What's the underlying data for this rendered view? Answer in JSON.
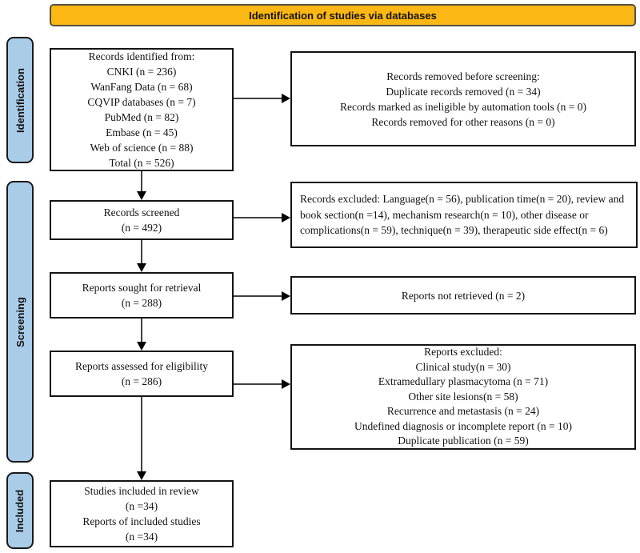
{
  "header": {
    "title": "Identification of studies via databases"
  },
  "stages": {
    "identification": "Identification",
    "screening": "Screening",
    "included": "Included"
  },
  "boxes": {
    "identified": {
      "lines": [
        "Records identified from:",
        "CNKI (n = 236)",
        "WanFang Data (n = 68)",
        "CQVIP databases (n = 7)",
        "PubMed (n = 82)",
        "Embase (n = 45)",
        "Web of science (n = 88)",
        "Total (n = 526)"
      ]
    },
    "removed": {
      "lines": [
        "Records removed before screening:",
        "Duplicate records removed (n = 34)",
        "Records marked as ineligible by automation tools (n = 0)",
        "Records removed for other reasons (n = 0)"
      ]
    },
    "screened": {
      "lines": [
        "Records screened",
        "(n = 492)"
      ]
    },
    "records_excluded": {
      "text": "Records excluded: Language(n = 56), publication time(n = 20), review and book section(n =14), mechanism research(n = 10), other disease or complications(n = 59), technique(n = 39), therapeutic side effect(n = 6)"
    },
    "sought": {
      "lines": [
        "Reports sought for retrieval",
        "(n = 288)"
      ]
    },
    "not_retrieved": {
      "lines": [
        "Reports not retrieved (n = 2)"
      ]
    },
    "assessed": {
      "lines": [
        "Reports assessed for eligibility",
        "(n = 286)"
      ]
    },
    "reports_excluded": {
      "lines": [
        "Reports excluded:",
        "Clinical study(n = 30)",
        "Extramedullary plasmacytoma (n = 71)",
        "Other site lesions(n = 58)",
        "Recurrence and metastasis (n = 24)",
        "Undefined diagnosis or incomplete report (n = 10)",
        "Duplicate publication (n = 59)"
      ]
    },
    "included": {
      "lines": [
        "Studies included in review",
        "(n =34)",
        "Reports of included studies",
        "(n =34)"
      ]
    }
  },
  "colors": {
    "header_fill": "#FBB714",
    "stage_fill": "#A9CCE9"
  }
}
